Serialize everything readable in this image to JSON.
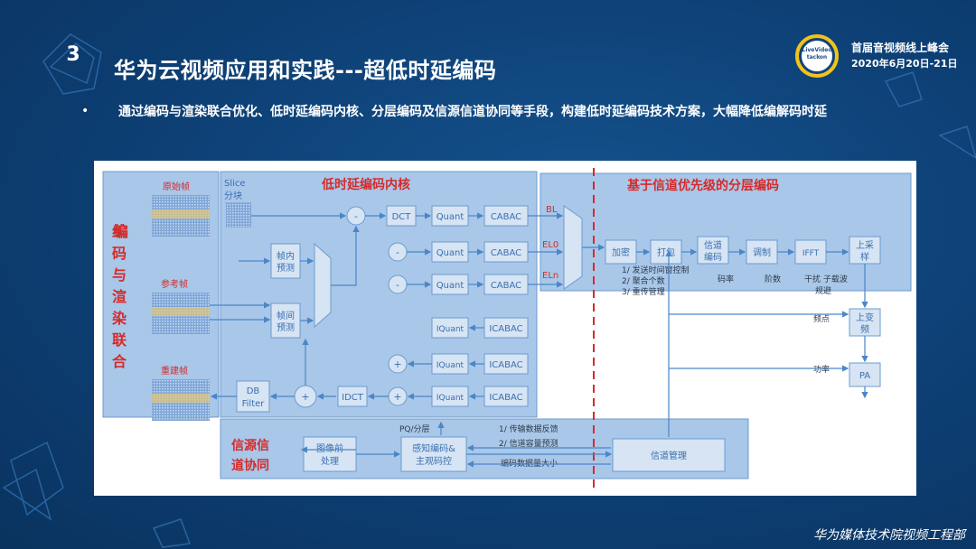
{
  "slide": {
    "number": "3",
    "title": "华为云视频应用和实践---超低时延编码",
    "bullet": "通过编码与渲染联合优化、低时延编码内核、分层编码及信源信道协同等手段，构建低时延编码技术方案，大幅降低编解码时延",
    "conference_name": "首届音视频线上峰会",
    "conference_date": "2020年6月20日-21日",
    "logo_text_1": "LiveVideo",
    "logo_text_2": "tack",
    "logo_text_3": "on",
    "footer": "华为媒体技术院视频工程部"
  },
  "diagram": {
    "section_render": "编码与渲染联合",
    "section_core": "低时延编码内核",
    "section_layer": "基于信道优先级的分层编码",
    "section_source": "信源信道协同",
    "frame_original": "原始帧",
    "frame_reference": "参考帧",
    "frame_recon": "重建帧",
    "slice": "Slice",
    "slice2": "分块",
    "intra1": "帧内",
    "intra2": "预测",
    "inter1": "帧间",
    "inter2": "预测",
    "dct": "DCT",
    "quant": "Quant",
    "cabac": "CABAC",
    "iquant": "IQuant",
    "icabac": "ICABAC",
    "idct": "IDCT",
    "db1": "DB",
    "db2": "Filter",
    "minus": "-",
    "plus": "+",
    "bl": "BL",
    "el0": "EL0",
    "eln": "ELn",
    "encrypt": "加密",
    "pack": "打包",
    "chan_code1": "信道",
    "chan_code2": "编码",
    "modulate": "调制",
    "ifft": "IFFT",
    "up_frame1": "上采",
    "up_frame2": "样",
    "up_conv1": "上变",
    "up_conv2": "频",
    "pa": "PA",
    "note1": "1/ 发送时间窗控制",
    "note2": "2/ 聚合个数",
    "note3": "3/ 重传管理",
    "code_rate": "码率",
    "order": "阶数",
    "interference1": "干扰 子载波",
    "interference2": "规避",
    "freq_point": "频点",
    "power": "功率",
    "pre_process1": "图像前",
    "pre_process2": "处理",
    "percept1": "感知编码&",
    "percept2": "主观码控",
    "chan_mgmt": "信道管理",
    "pq_layer": "PQ/分层",
    "fb1": "1/ 传输数据反馈",
    "fb2": "2/ 信道容量预测",
    "enc_size": "编码数据量大小"
  }
}
